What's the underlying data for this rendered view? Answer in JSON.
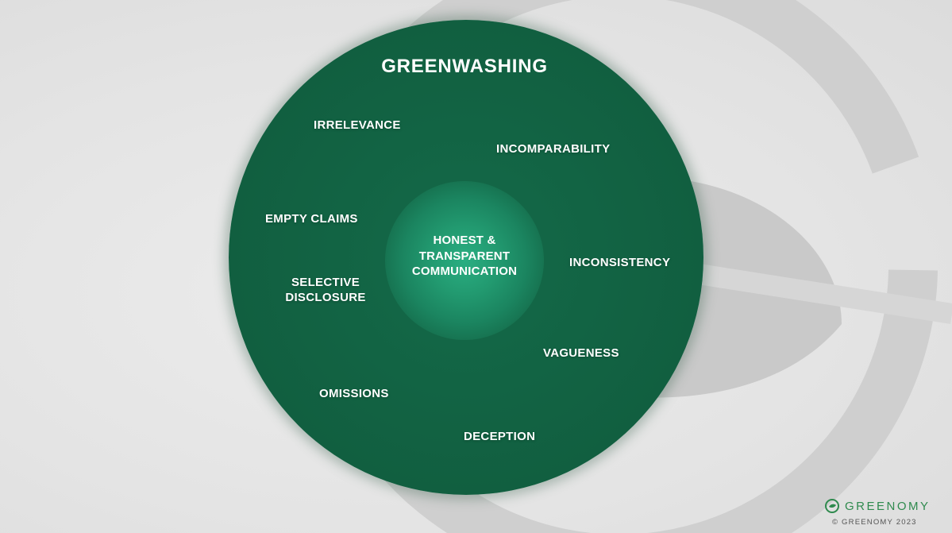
{
  "title": "GREENWASHING",
  "center": {
    "line1": "HONEST &",
    "line2": "TRANSPARENT",
    "line3": "COMMUNICATION"
  },
  "items": {
    "irrelevance": "IRRELEVANCE",
    "incomparability": "INCOMPARABILITY",
    "empty_claims": "EMPTY CLAIMS",
    "inconsistency": "INCONSISTENCY",
    "selective_line1": "SELECTIVE",
    "selective_line2": "DISCLOSURE",
    "vagueness": "VAGUENESS",
    "omissions": "OMISSIONS",
    "deception": "DECEPTION"
  },
  "brand": {
    "name": "GREENOMY",
    "copyright": "© GREENOMY 2023",
    "logo_icon": "greenomy-logo-icon"
  },
  "colors": {
    "outer_circle": "#115f40",
    "inner_circle": "#2aae82",
    "background": "#e6e6e6",
    "brand_green": "#2f8a4e"
  }
}
